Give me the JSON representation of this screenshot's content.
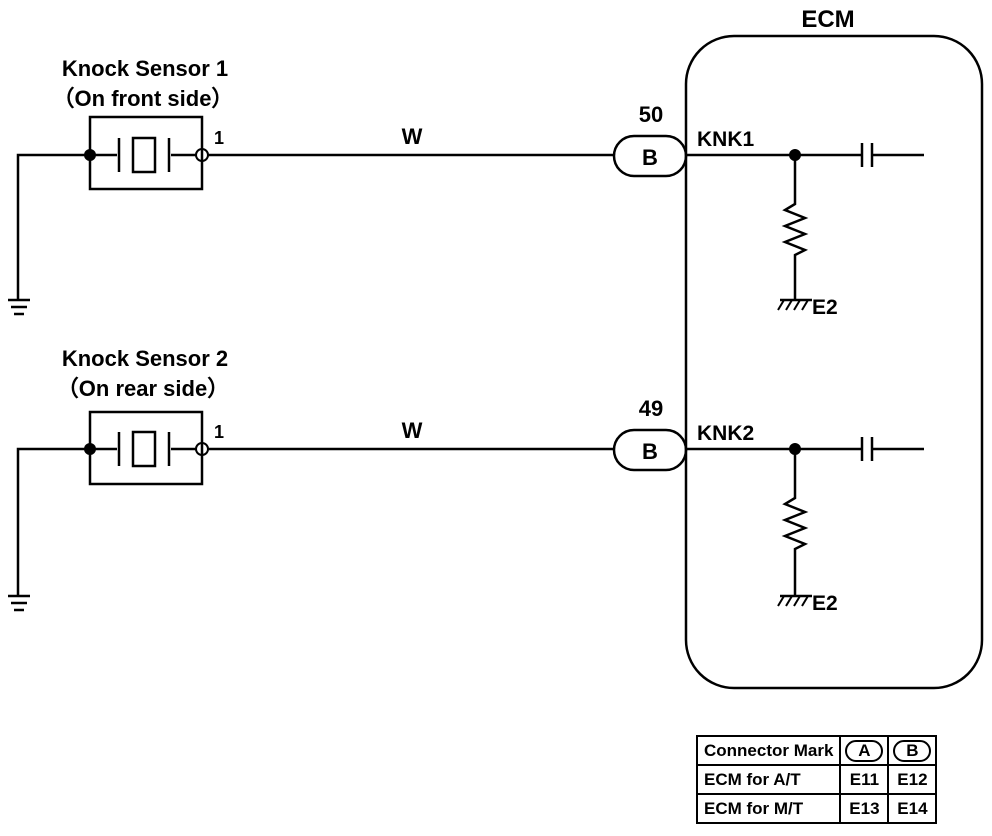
{
  "ecm_label": "ECM",
  "sensors": [
    {
      "title": "Knock Sensor 1",
      "subtitle": "（On front side）",
      "pin": "1",
      "wire": "W",
      "terminal_no": "50",
      "connector": "B",
      "signal": "KNK1",
      "ground": "E2"
    },
    {
      "title": "Knock Sensor 2",
      "subtitle": "（On rear side）",
      "pin": "1",
      "wire": "W",
      "terminal_no": "49",
      "connector": "B",
      "signal": "KNK2",
      "ground": "E2"
    }
  ],
  "connector_table": {
    "header": {
      "label": "Connector Mark",
      "col_a": "A",
      "col_b": "B"
    },
    "rows": [
      {
        "label": "ECM for A/T",
        "a": "E11",
        "b": "E12"
      },
      {
        "label": "ECM for M/T",
        "a": "E13",
        "b": "E14"
      }
    ]
  }
}
